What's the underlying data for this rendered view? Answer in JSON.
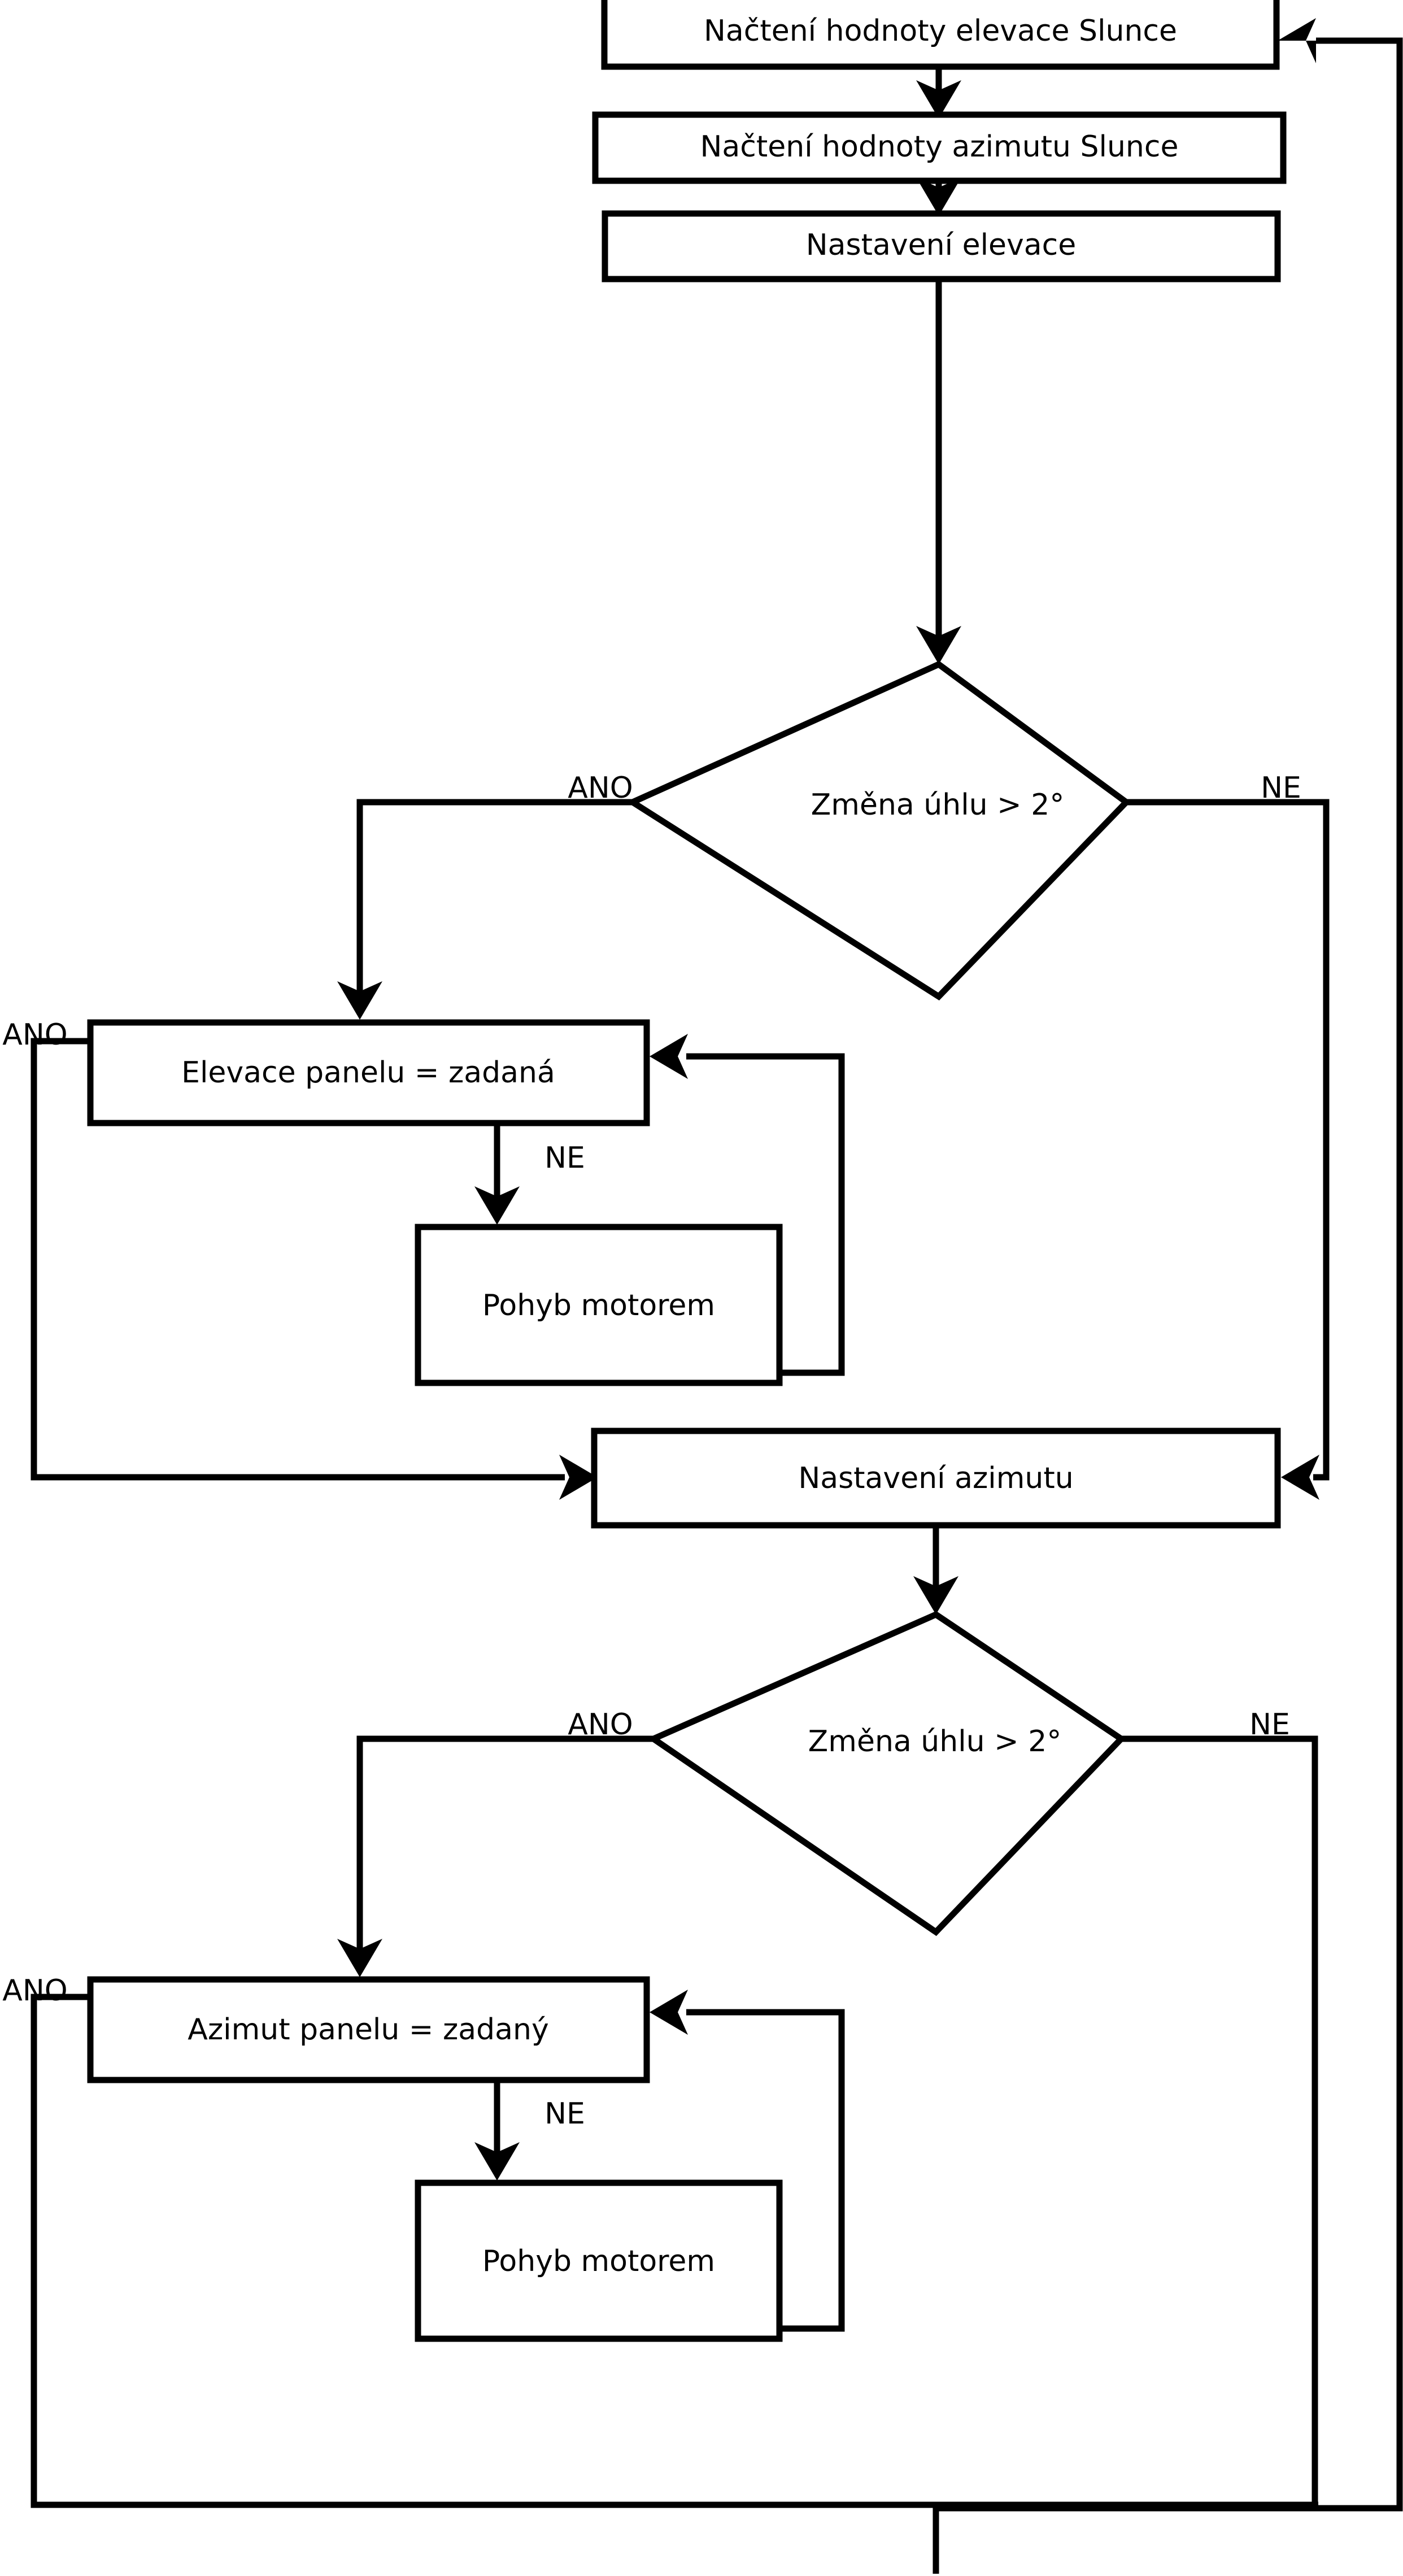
{
  "diagram": {
    "title": "Solar tracker control flowchart",
    "language": "cs",
    "background_color": "#ffffff",
    "line_color": "#000000",
    "node_fill": "#ffffff"
  },
  "nodes": {
    "read_elevation": {
      "label": "Načtení hodnoty elevace Slunce",
      "shape": "process"
    },
    "read_azimuth": {
      "label": "Načtení hodnoty azimutu Slunce",
      "shape": "process"
    },
    "set_elevation": {
      "label": "Nastavení elevace",
      "shape": "process"
    },
    "decision_elevation": {
      "label": "Změna úhlu > 2°",
      "shape": "decision"
    },
    "panel_elevation_eq": {
      "label": "Elevace panelu = zadaná",
      "shape": "process"
    },
    "motor_move_elevation": {
      "label": "Pohyb motorem",
      "shape": "process"
    },
    "set_azimuth": {
      "label": "Nastavení azimutu",
      "shape": "process"
    },
    "decision_azimuth": {
      "label": "Změna úhlu > 2°",
      "shape": "decision"
    },
    "panel_azimuth_eq": {
      "label": "Azimut panelu = zadaný",
      "shape": "process"
    },
    "motor_move_azimuth": {
      "label": "Pohyb motorem",
      "shape": "process"
    }
  },
  "edge_labels": {
    "elevation_yes": "ANO",
    "elevation_no": "NE",
    "elevation_loop_yes": "ANO",
    "elevation_loop_no": "NE",
    "azimuth_yes": "ANO",
    "azimuth_no": "NE",
    "azimuth_loop_yes": "ANO",
    "azimuth_loop_no": "NE"
  }
}
